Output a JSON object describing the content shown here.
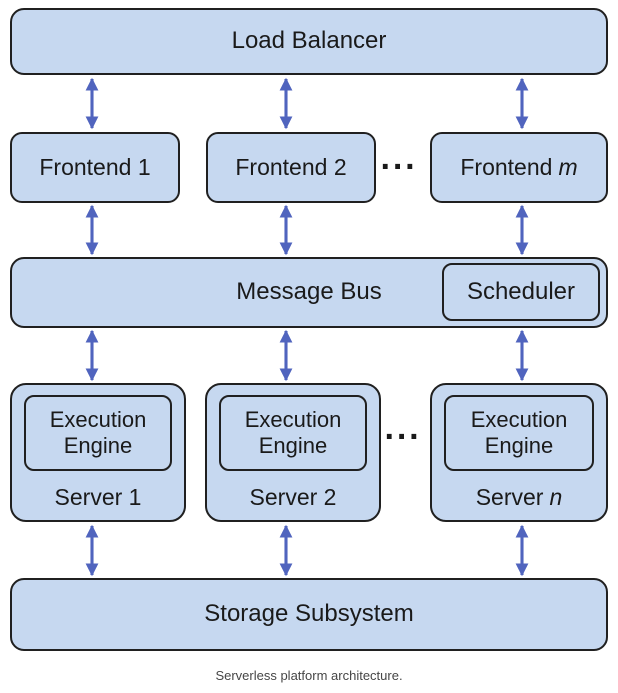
{
  "figure": {
    "caption": "Serverless platform architecture.",
    "ellipsis": "···",
    "colors": {
      "box_fill": "#c6d8f0",
      "box_border": "#202020",
      "arrow_color": "#5064be",
      "label_color": "#1a1a1a",
      "caption_color": "#464646"
    },
    "nodes": {
      "load_balancer": "Load Balancer",
      "frontend_1": "Frontend 1",
      "frontend_2": "Frontend 2",
      "frontend_m_prefix": "Frontend",
      "frontend_m_var": "m",
      "message_bus": "Message Bus",
      "scheduler": "Scheduler",
      "execution_engine": "Execution Engine",
      "server_1": "Server 1",
      "server_2": "Server 2",
      "server_n_prefix": "Server",
      "server_n_var": "n",
      "storage_subsystem": "Storage Subsystem"
    }
  }
}
